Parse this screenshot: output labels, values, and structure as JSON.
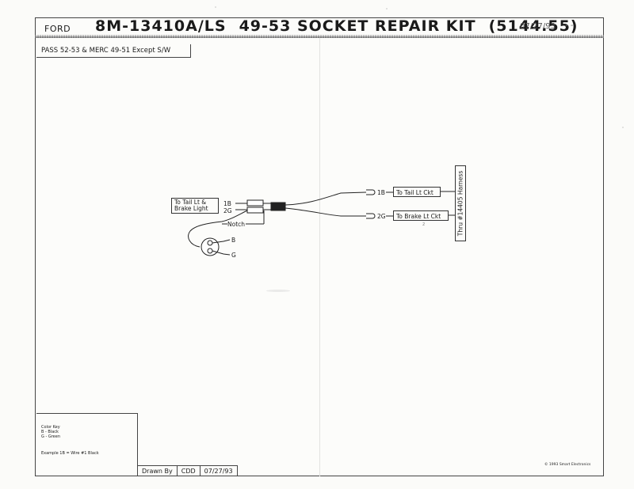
{
  "header": {
    "make": "FORD",
    "part_number": "8M-13410A/LS",
    "description": "49-53 SOCKET REPAIR KIT",
    "price": "(5144.55)",
    "date": "07/27/93",
    "dashes": "- -"
  },
  "subtitle": "PASS 52-53 & MERC 49-51 Except S/W",
  "diagram": {
    "left_label_line1": "To Tail Lt &",
    "left_label_line2": "Brake Light",
    "left_wire_1": "1B",
    "left_wire_2": "2G",
    "notch_label": "Notch",
    "socket_pin_b": "B",
    "socket_pin_g": "G",
    "right_wire_1": "1B",
    "right_wire_2": "2G",
    "circuit_1": "To Tail Lt Ckt",
    "circuit_2": "To Brake Lt Ckt",
    "small_mark": "2",
    "harness": "Thru #14405 Harness"
  },
  "legend": {
    "title": "Color Key",
    "line1": "B - Black",
    "line2": "G - Green",
    "example": "Example 1B = Wire #1 Black"
  },
  "footer": {
    "drawn_by_label": "Drawn By",
    "drawn_by": "CDD",
    "drawn_date": "07/27/93",
    "copyright": "© 1993 Smart Electronics"
  }
}
